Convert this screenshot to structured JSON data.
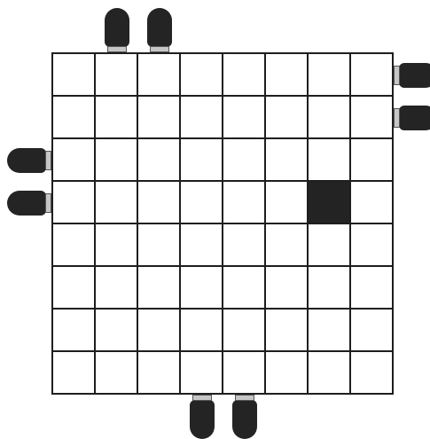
{
  "puzzle": {
    "rows": 8,
    "cols": 8,
    "filled_cells": [
      [
        3,
        6
      ]
    ],
    "colors": {
      "grid_line": "#1e1e1e",
      "filled": "#232323",
      "shoe": "#242424",
      "shoe_sole": "#c6c6c6"
    },
    "shoes": [
      {
        "side": "top",
        "index": 1
      },
      {
        "side": "top",
        "index": 2
      },
      {
        "side": "right",
        "index": 0
      },
      {
        "side": "right",
        "index": 1
      },
      {
        "side": "left",
        "index": 2
      },
      {
        "side": "left",
        "index": 3
      },
      {
        "side": "bottom",
        "index": 3
      },
      {
        "side": "bottom",
        "index": 4
      }
    ]
  }
}
